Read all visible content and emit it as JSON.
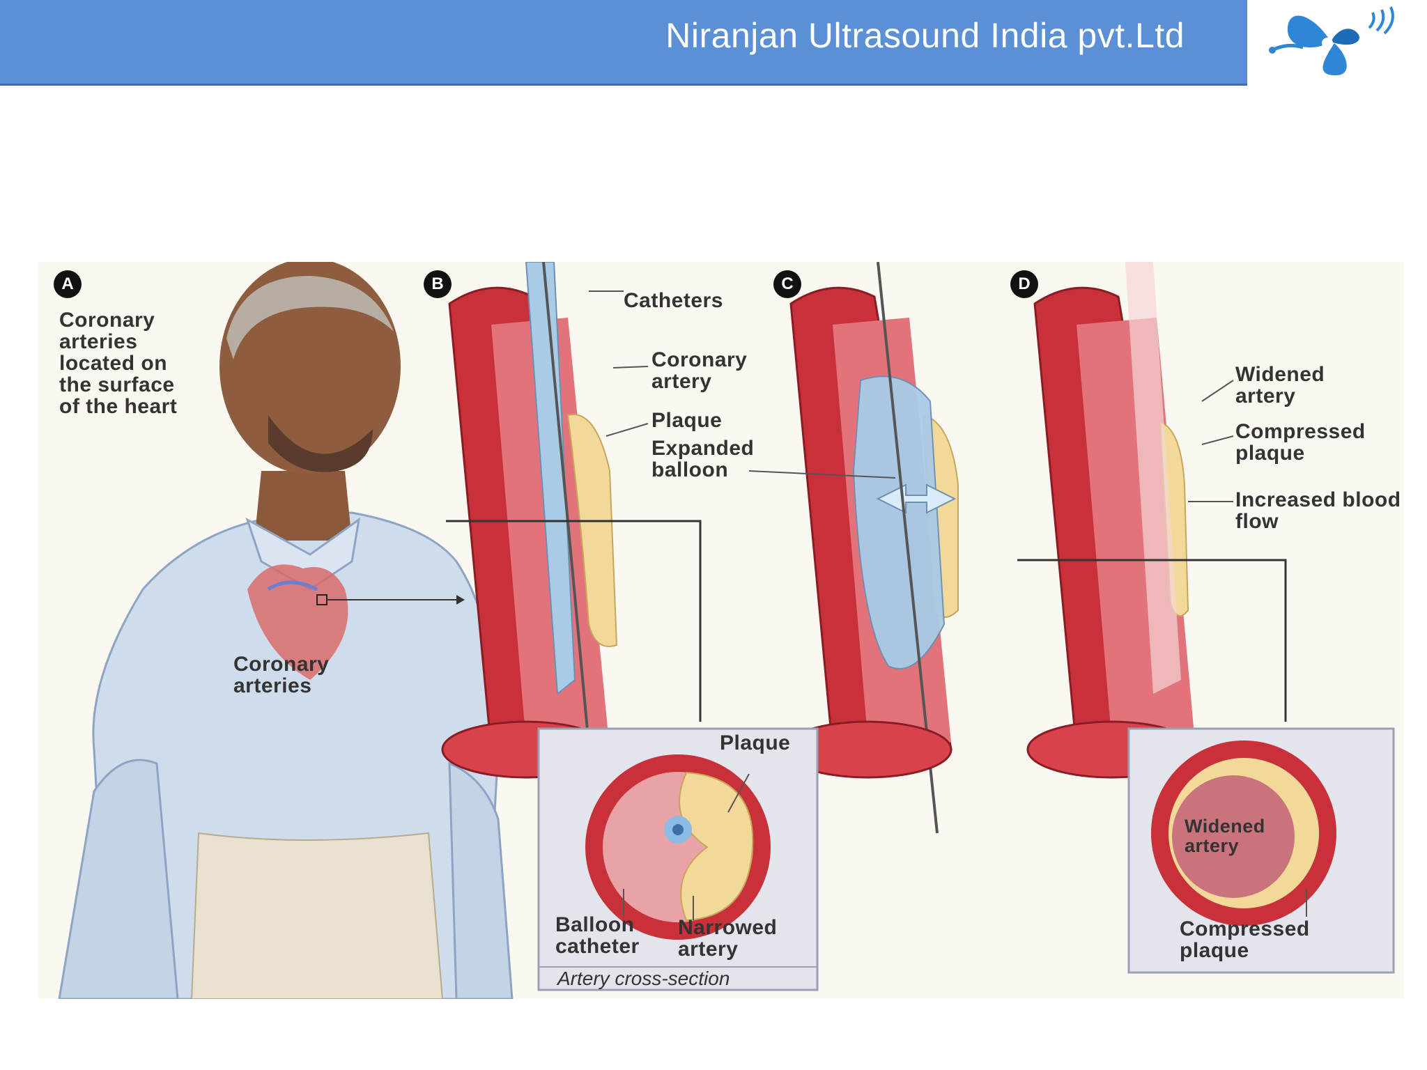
{
  "header": {
    "company": "Niranjan Ultrasound India pvt.Ltd",
    "background_color": "#5b8fd6",
    "logo_icon": "butterfly-ultrasound-logo-icon"
  },
  "diagram": {
    "panels": [
      {
        "letter": "A",
        "labels": {
          "surface": "Coronary arteries located on the surface of the heart",
          "arteries": "Coronary arteries"
        }
      },
      {
        "letter": "B",
        "labels": {
          "catheters": "Catheters",
          "coronary_artery": "Coronary artery",
          "plaque": "Plaque",
          "expanded_balloon": "Expanded balloon"
        }
      },
      {
        "letter": "C"
      },
      {
        "letter": "D",
        "labels": {
          "widened_artery": "Widened artery",
          "compressed_plaque": "Compressed plaque",
          "increased_flow": "Increased blood flow"
        }
      }
    ],
    "cross_section_b": {
      "plaque": "Plaque",
      "balloon_catheter": "Balloon catheter",
      "narrowed_artery": "Narrowed artery",
      "caption": "Artery cross-section"
    },
    "cross_section_d": {
      "widened_artery": "Widened artery",
      "compressed_plaque": "Compressed plaque"
    },
    "colors": {
      "artery": "#c8303a",
      "artery_inner": "#e2737a",
      "plaque": "#f2d99a",
      "balloon": "#a9cbe6",
      "shirt": "#cfdcec"
    }
  }
}
